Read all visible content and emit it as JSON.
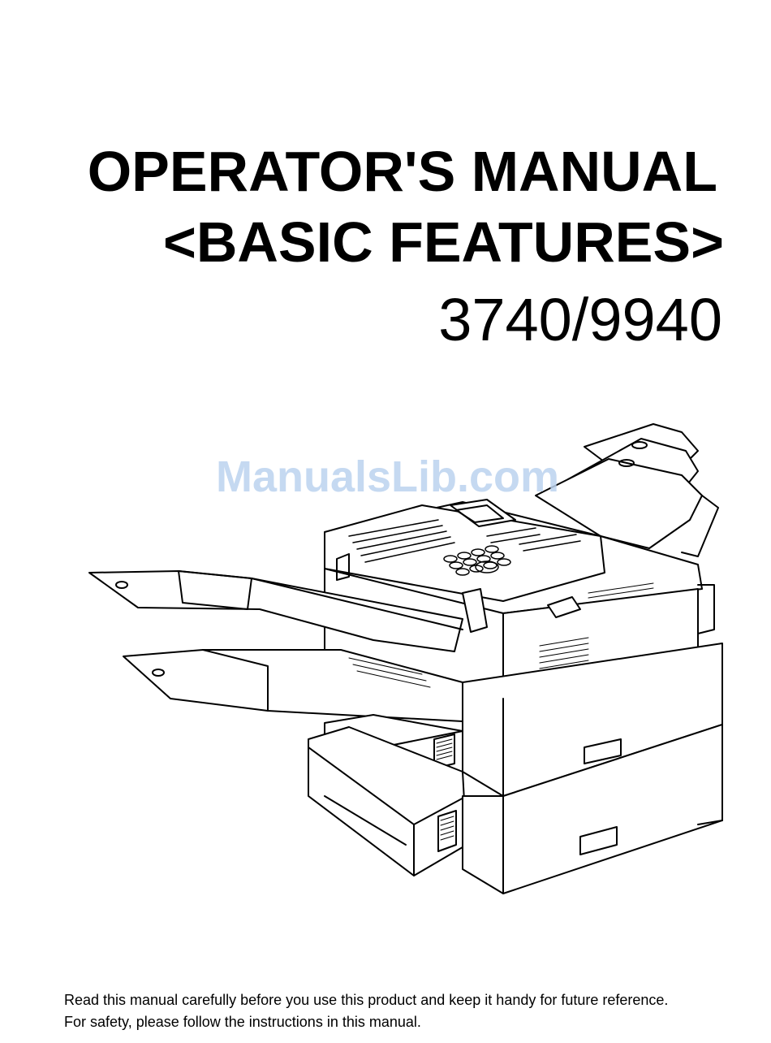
{
  "cover": {
    "title_line1": "OPERATOR'S MANUAL",
    "title_line2": "<BASIC FEATURES>",
    "model_number": "3740/9940",
    "watermark": "ManualsLib.com",
    "illustration": "fax-machine-illustration",
    "notice_line1": "Read this manual carefully before you use this product and keep it handy for future reference.",
    "notice_line2": "For safety, please follow the instructions in this manual."
  }
}
